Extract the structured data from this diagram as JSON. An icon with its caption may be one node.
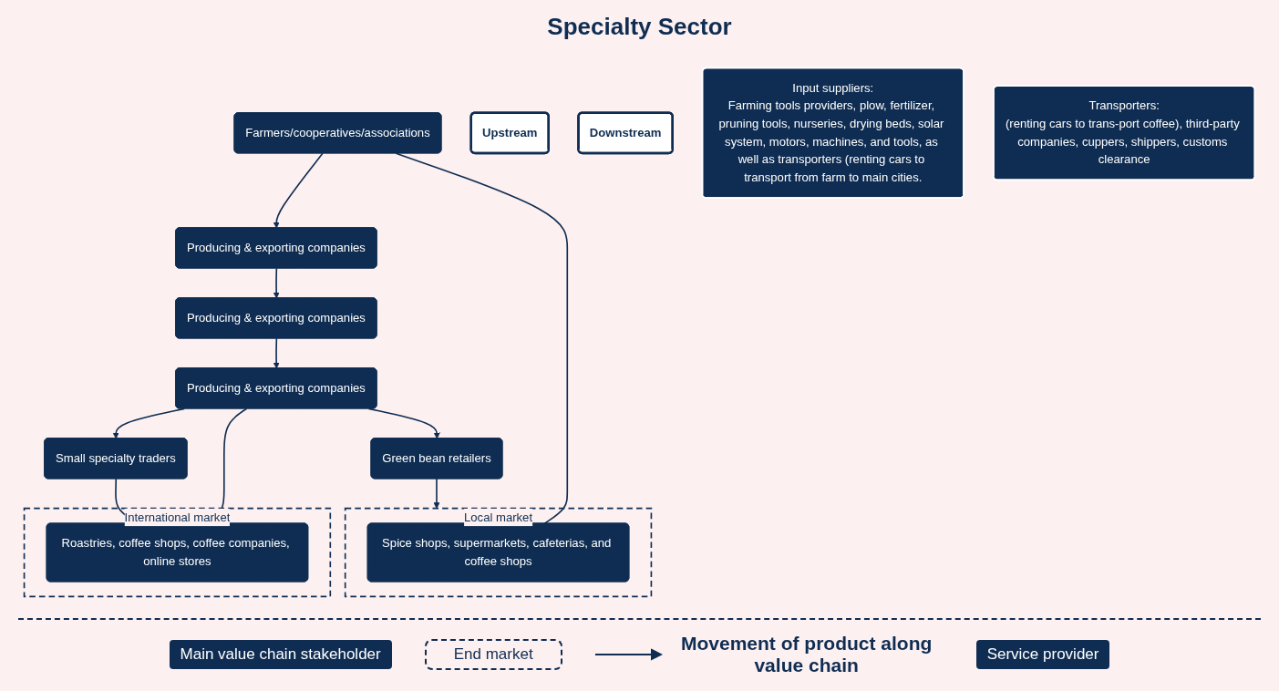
{
  "diagram": {
    "title": "Specialty Sector",
    "nodes": [
      {
        "text": [
          "Farmers/cooperatives/associations"
        ]
      },
      {
        "text": [
          "Producing & exporting companies"
        ]
      },
      {
        "text": [
          "Producing & exporting companies"
        ]
      },
      {
        "text": [
          "Producing & exporting companies"
        ]
      },
      {
        "text": [
          "Green bean retailers"
        ]
      },
      {
        "text": [
          "Small specialty traders"
        ]
      },
      {
        "text": [
          "Local market"
        ]
      },
      {
        "text": [
          "Spice shops, supermarkets, cafeterias, and coffee shops"
        ],
        "in": 6
      },
      {
        "text": [
          "International market"
        ]
      },
      {
        "text": [
          "Roastries, coffee shops, coffee companies, online stores"
        ],
        "in": 8
      },
      {
        "text": [
          "Upstream"
        ]
      },
      {
        "text": [
          "Downstream"
        ]
      },
      {
        "text": [
          "Input suppliers:",
          "Farming tools providers, plow, fertilizer, pruning tools, nurseries, drying beds, solar system, motors, machines, and tools, as well as transporters (renting cars to transport from farm to main cities."
        ]
      },
      {
        "text": [
          "Transporters:",
          "(renting cars to trans-port coffee), third-party companies, cuppers, shippers, customs clearance"
        ]
      }
    ],
    "edges": [
      {
        "from": 0,
        "to": 1,
        "arrow": "to"
      },
      {
        "from": 1,
        "to": 2,
        "arrow": "to"
      },
      {
        "from": 2,
        "to": 3,
        "arrow": "to"
      },
      {
        "from": 3,
        "to": 4,
        "arrow": "to"
      },
      {
        "from": 3,
        "to": 5,
        "arrow": "to"
      },
      {
        "from": 3,
        "to": 9,
        "arrow": "to"
      },
      {
        "from": 4,
        "to": 6,
        "arrow": "to"
      },
      {
        "from": 5,
        "to": 9,
        "arrow": "to"
      },
      {
        "from": 0,
        "to": 7,
        "arrow": "none"
      }
    ],
    "legend": [
      {
        "text": "Main value chain stakeholder",
        "color": "#0f2d52"
      },
      {
        "text": "End market"
      },
      {
        "text": "Movement of product along value chain"
      },
      {
        "text": "Service provider",
        "color": "#0f2d52"
      }
    ]
  }
}
